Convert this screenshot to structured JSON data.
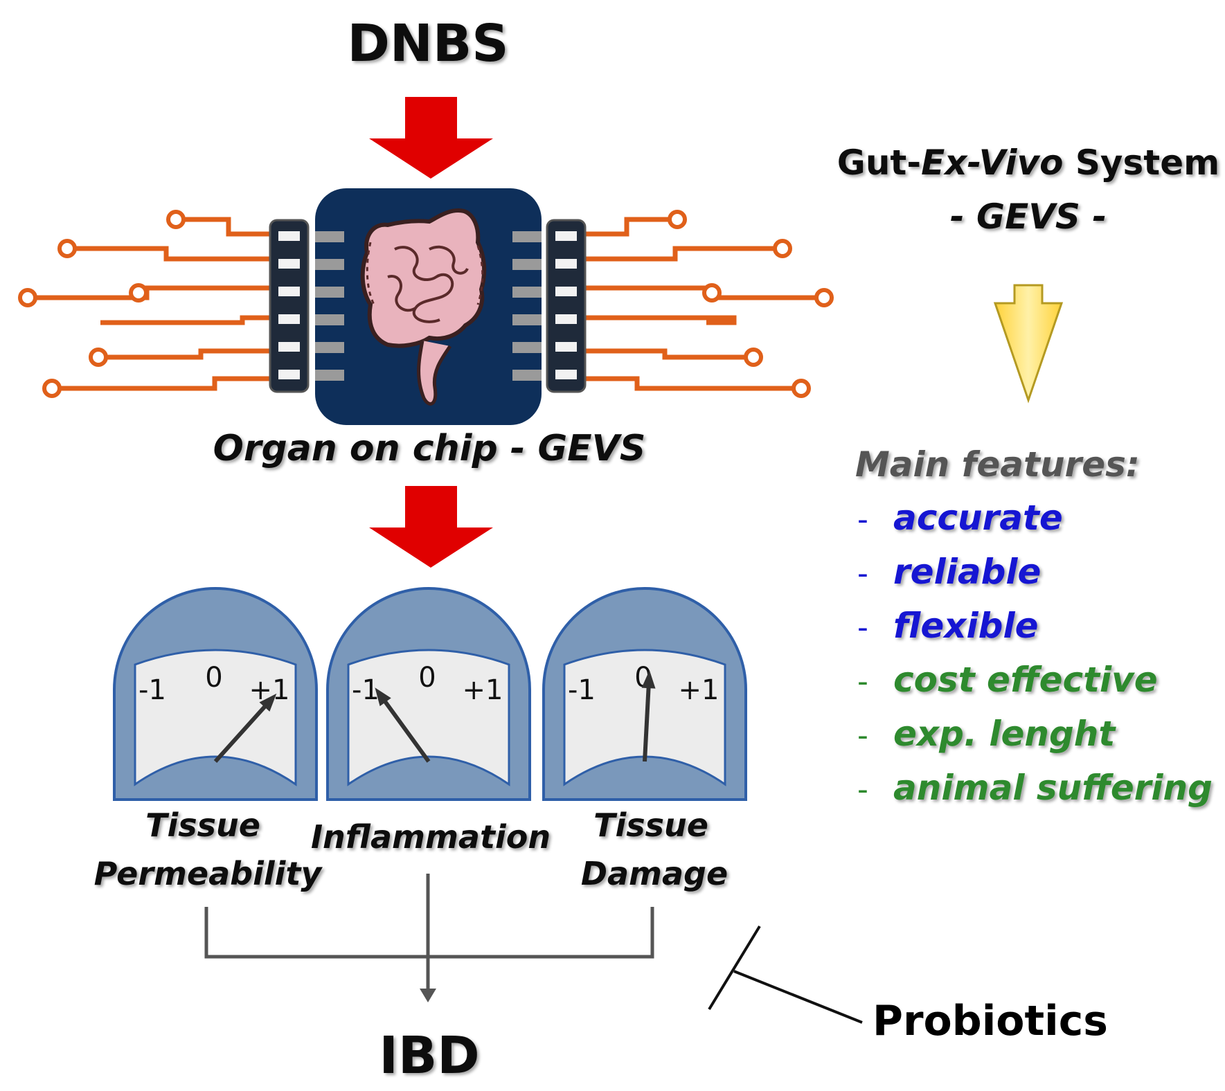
{
  "stimulus": "DNBS",
  "chip": {
    "caption": "Organ on chip - GEVS",
    "icon": "intestine-icon"
  },
  "system_title": {
    "prefix": "Gut-",
    "italic_part": "Ex-Vivo",
    "suffix": " System",
    "acronym_line": "- GEVS -"
  },
  "features": {
    "heading": "Main features:",
    "bullet": "-",
    "items": [
      {
        "label": "accurate",
        "color": "#1414d2"
      },
      {
        "label": "reliable",
        "color": "#1414d2"
      },
      {
        "label": "flexible",
        "color": "#1414d2"
      },
      {
        "label": "cost effective",
        "color": "#2e8a2e"
      },
      {
        "label": "exp. lenght",
        "color": "#2e8a2e"
      },
      {
        "label": "animal suffering",
        "color": "#2e8a2e"
      }
    ]
  },
  "gauges": {
    "tick_labels": [
      "-1",
      "0",
      "+1"
    ],
    "items": [
      {
        "label_line1": "Tissue",
        "label_line2": "Permeability",
        "needle_value": 0.7
      },
      {
        "label_line1": "",
        "label_line2": "Inflammation",
        "needle_value": -0.6
      },
      {
        "label_line1": "Tissue",
        "label_line2": "Damage",
        "needle_value": 0.05
      }
    ]
  },
  "outcome": "IBD",
  "inhibitor": "Probiotics",
  "colors": {
    "red_arrow": "#e00000",
    "yellow_arrow": "#ffe066",
    "circuit_trace": "#e0601a",
    "chip_body": "#0e2f5a",
    "gauge_frame": "#7a98bb",
    "gauge_border": "#2f5fa8"
  }
}
